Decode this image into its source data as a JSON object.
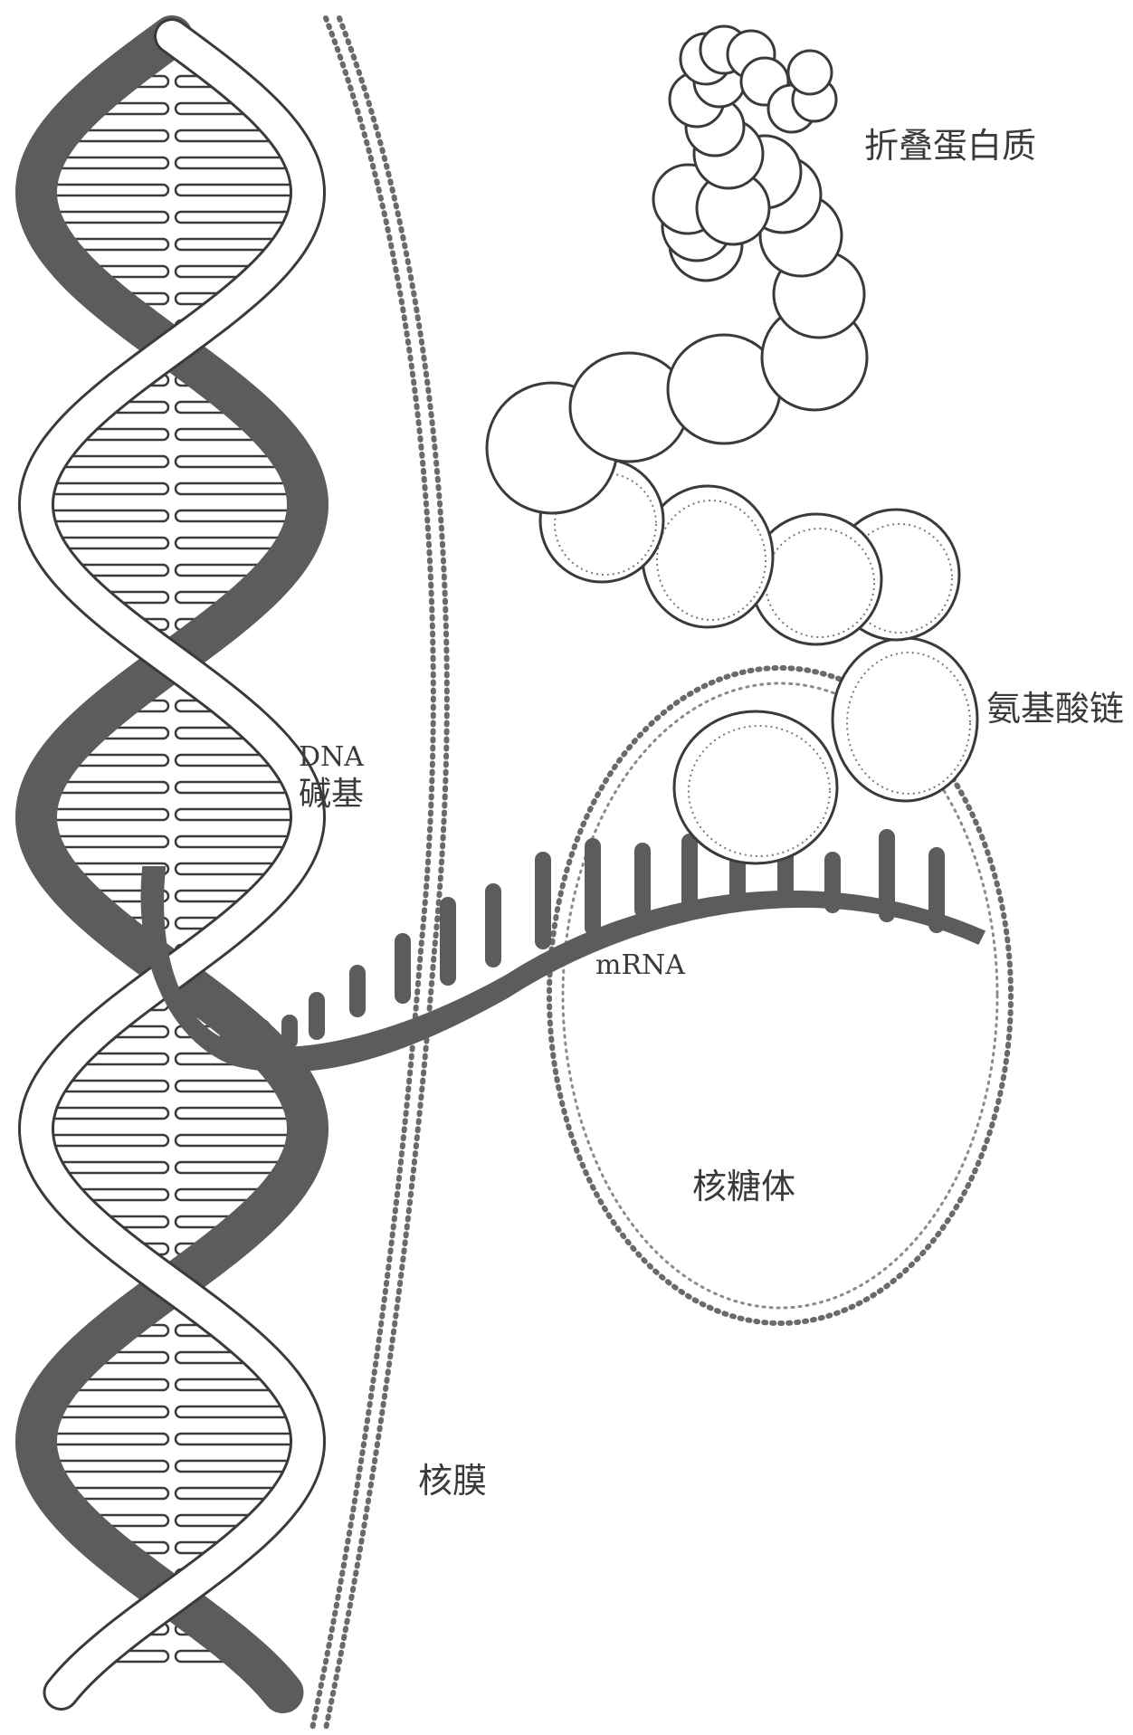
{
  "labels": {
    "folded_protein": "折叠蛋白质",
    "amino_acid_chain": "氨基酸链",
    "dna_line1": "DNA",
    "dna_line2": "碱基",
    "mrna": "mRNA",
    "ribosome": "核糖体",
    "nuclear_membrane": "核膜"
  },
  "colors": {
    "dark_strand": "#5c5c5c",
    "outline": "#3a3a3a",
    "fill": "#ffffff",
    "dots": "#6a6a6a"
  }
}
